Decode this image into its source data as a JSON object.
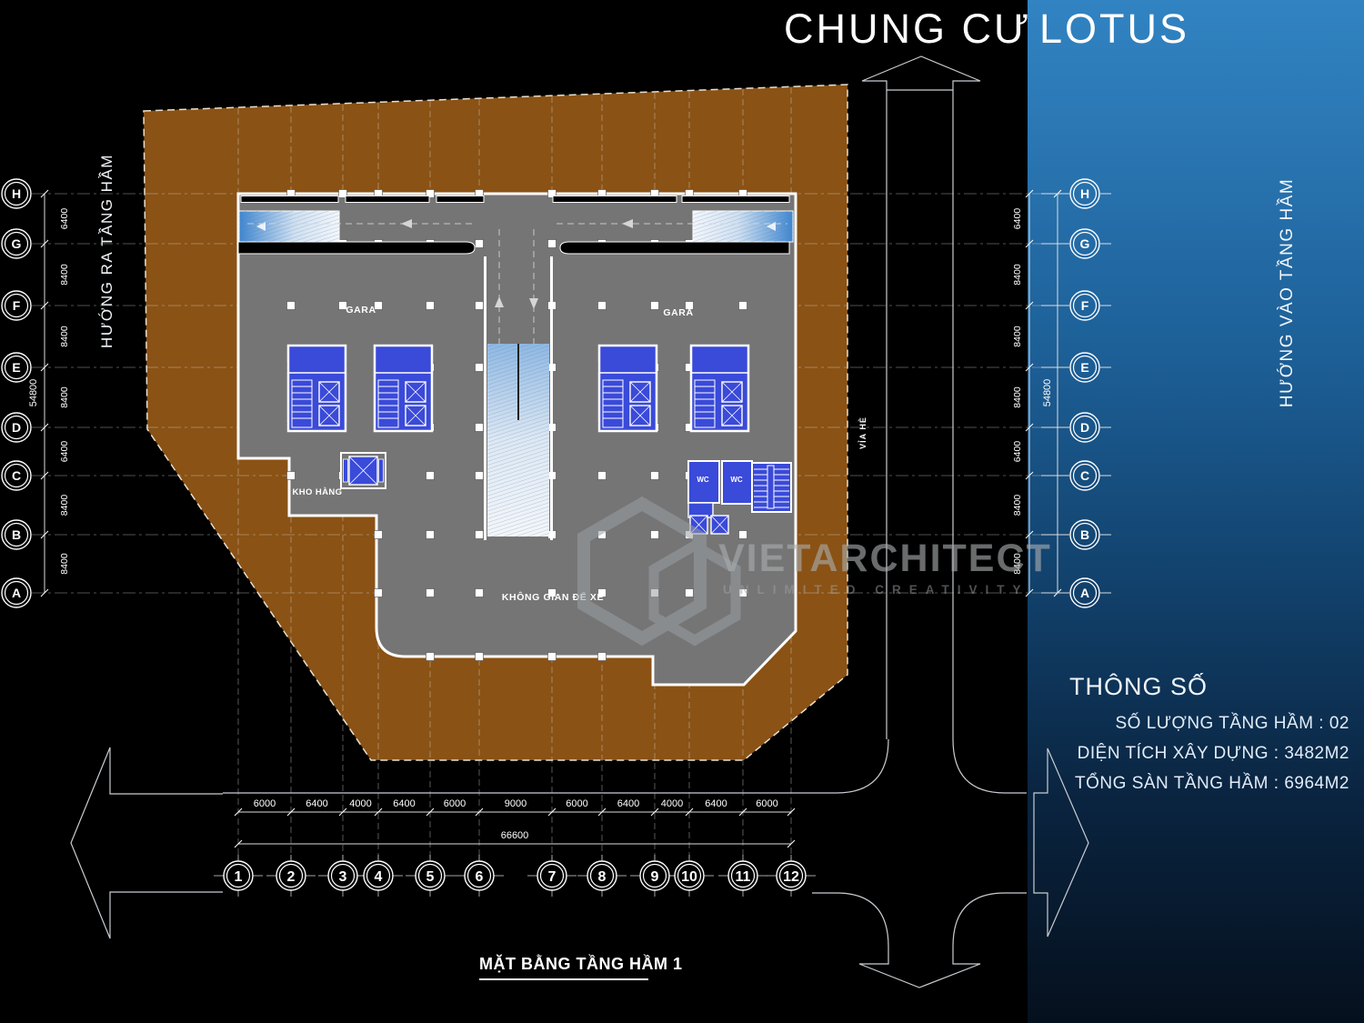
{
  "title": {
    "part1": "CHUNG CƯ",
    "part2": "LOTUS"
  },
  "side_labels": {
    "left": "HƯỚNG RA TẦNG HẦM",
    "right": "HƯỚNG VÀO TẦNG HẦM"
  },
  "plan": {
    "rooms": {
      "gara_left": "GARA",
      "gara_right": "GARA",
      "storage": "KHO HÀNG",
      "parking_space": "KHÔNG GIAN ĐỂ XE",
      "wc1": "WC",
      "wc2": "WC",
      "sidewalk": "VỈA HÈ"
    },
    "caption": "MẶT BẰNG TẦNG HẦM 1"
  },
  "grid": {
    "col_labels": [
      "1",
      "2",
      "3",
      "4",
      "5",
      "6",
      "7",
      "8",
      "9",
      "10",
      "11",
      "12"
    ],
    "col_x": [
      262,
      320,
      377,
      416,
      473,
      527,
      607,
      662,
      720,
      758,
      817,
      870
    ],
    "col_dims": [
      "6000",
      "6400",
      "4000",
      "6400",
      "6000",
      "9000",
      "6000",
      "6400",
      "4000",
      "6400",
      "6000"
    ],
    "col_total": "66600",
    "row_labels": [
      "H",
      "G",
      "F",
      "E",
      "D",
      "C",
      "B",
      "A"
    ],
    "row_y": [
      213,
      268,
      336,
      404,
      470,
      523,
      588,
      652
    ],
    "row_dims": [
      "6400",
      "8400",
      "8400",
      "8400",
      "6400",
      "8400",
      "8400"
    ],
    "row_total": "54800"
  },
  "info_panel": {
    "heading": "THÔNG SỐ",
    "items": [
      "SỐ LƯỢNG TẦNG HẦM : 02",
      "DIỆN TÍCH XÂY DỰNG : 3482M2",
      "TỔNG SÀN TẦNG HẦM : 6964M2"
    ]
  },
  "watermark": {
    "brand": "VIETARCHITECT",
    "tagline": "UNLIMITED CREATIVITY"
  },
  "colors": {
    "site_brown": "#8a5214",
    "plate_gray": "#757575",
    "core_blue": "#3a4ad9",
    "panel_blue": "#2e7dbc",
    "line_white": "#ffffff"
  }
}
